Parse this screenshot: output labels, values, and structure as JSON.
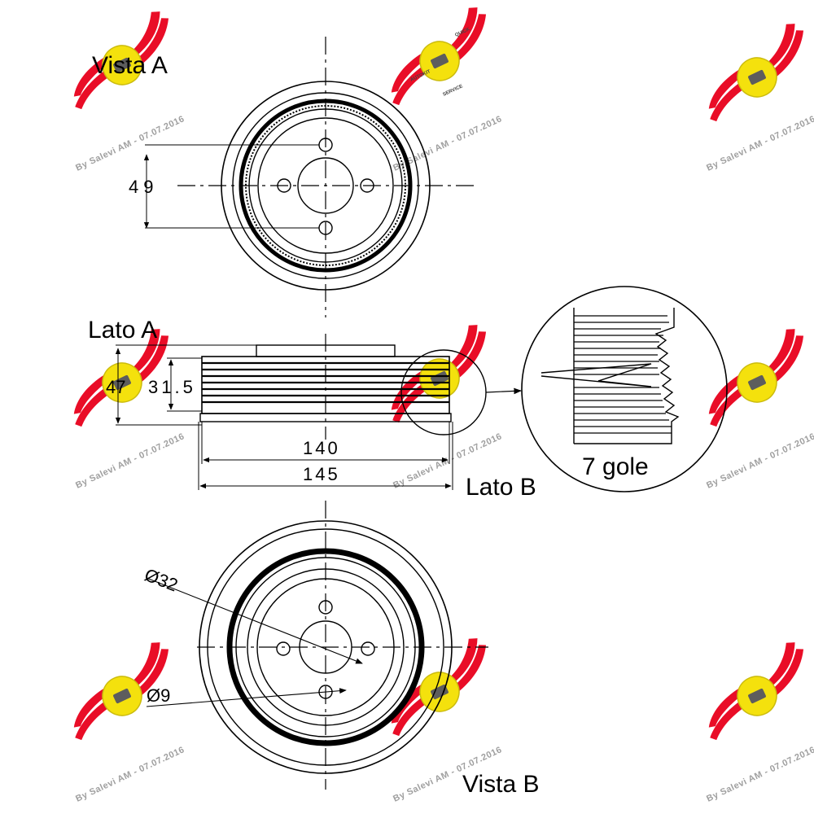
{
  "labels": {
    "view_a": "Vista A",
    "side_a": "Lato A",
    "side_b": "Lato B",
    "view_b": "Vista B",
    "grooves": "7 gole"
  },
  "dimensions": {
    "bolt_circle": "49",
    "total_width": "47",
    "groove_width": "31.5",
    "inner_diameter": "140",
    "outer_diameter": "145",
    "hub_diameter": "Ø32",
    "hole_diameter": "Ø9"
  },
  "watermark": {
    "text": "By Salevi AM - 07.07.2016",
    "logo_top": "AUTOKIT",
    "logo_right": "QUICK",
    "logo_bottom": "SERVICE"
  },
  "colors": {
    "line": "#000000",
    "logo_red": "#e8001c",
    "logo_yellow": "#f4e000",
    "watermark_grey": "#9a9a9a"
  }
}
